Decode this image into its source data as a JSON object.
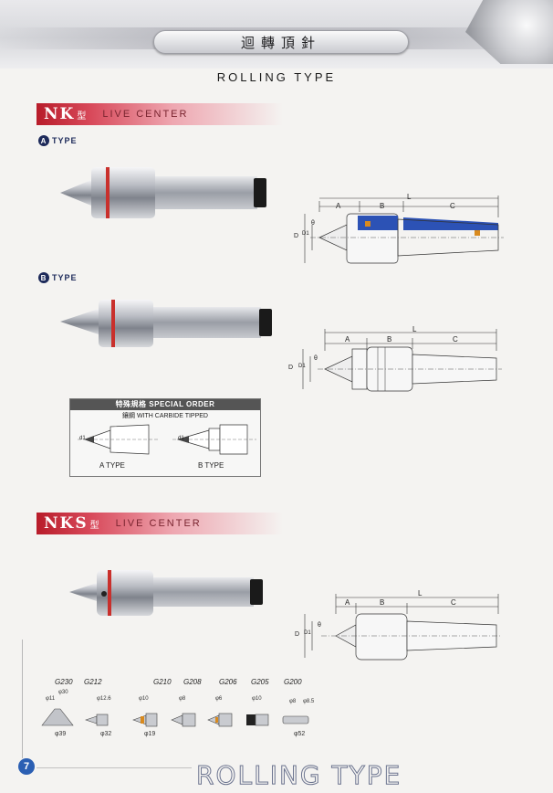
{
  "header": {
    "title": "迴轉頂針",
    "subtitle": "ROLLING TYPE"
  },
  "nk": {
    "code": "NK",
    "type_char": "型",
    "label": "LIVE CENTER",
    "a_type": {
      "badge": "A",
      "text": "TYPE"
    },
    "b_type": {
      "badge": "B",
      "text": "TYPE"
    }
  },
  "dims": {
    "A": "A",
    "B": "B",
    "C": "C",
    "L": "L",
    "D": "D",
    "D1": "D1",
    "theta": "θ"
  },
  "special_order": {
    "header": "特殊規格 SPECIAL ORDER",
    "sub": "鑲鋼 WITH CARBIDE TIPPED",
    "a_label": "A TYPE",
    "b_label": "B TYPE",
    "d1": "d1"
  },
  "nks": {
    "code": "NKS",
    "type_char": "型",
    "label": "LIVE CENTER"
  },
  "tips": [
    {
      "code": "G230",
      "dims": [
        "φ11",
        "φ30"
      ],
      "base": "φ39"
    },
    {
      "code": "G212",
      "dims": [
        "φ12.6"
      ],
      "base": "φ32"
    },
    {
      "code": "G210",
      "dims": [
        "φ10"
      ],
      "base": "φ19"
    },
    {
      "code": "G208",
      "dims": [
        "φ8"
      ],
      "base": ""
    },
    {
      "code": "G206",
      "dims": [
        "φ6"
      ],
      "base": ""
    },
    {
      "code": "G205",
      "dims": [
        "φ10"
      ],
      "base": ""
    },
    {
      "code": "G200",
      "dims": [
        "φ8",
        "φ8.5"
      ],
      "base": "φ52"
    }
  ],
  "footer": {
    "page": "7",
    "text": "ROLLING TYPE"
  },
  "colors": {
    "accent_red": "#b81c2a",
    "navy": "#1d2a5a",
    "page_blue": "#2b5fb3",
    "section_blue": "#2c52b5"
  }
}
